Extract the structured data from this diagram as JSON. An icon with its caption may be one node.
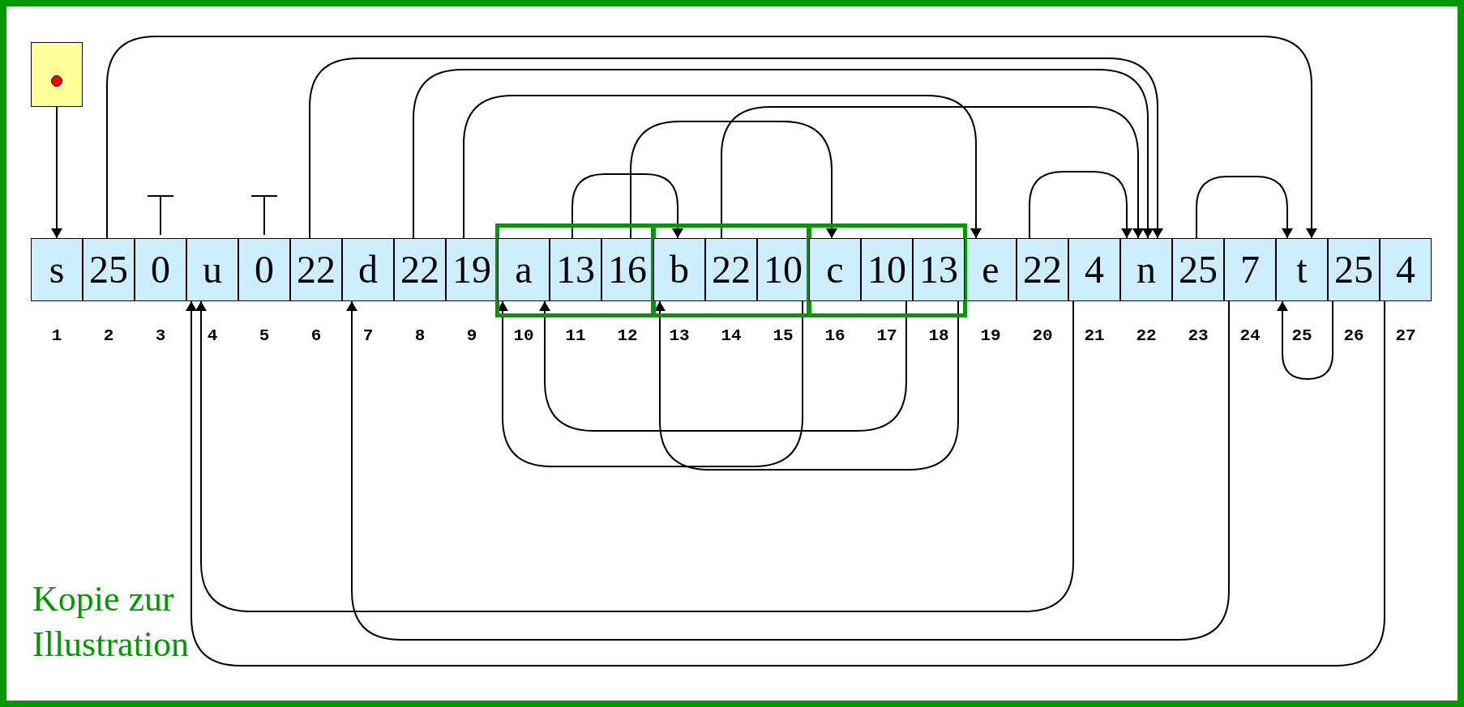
{
  "diagram": {
    "nodes": [
      {
        "text": [],
        "shape": "box"
      },
      {
        "text": [
          "s"
        ]
      },
      {
        "text": [
          "25"
        ]
      },
      {
        "text": [
          "0"
        ]
      },
      {
        "text": [
          "u"
        ]
      },
      {
        "text": [
          "0"
        ]
      },
      {
        "text": [
          "22"
        ]
      },
      {
        "text": [
          "d"
        ]
      },
      {
        "text": [
          "22"
        ]
      },
      {
        "text": [
          "19"
        ]
      },
      {
        "text": [],
        "shape": "box"
      },
      {
        "text": [
          "a"
        ],
        "in": 10
      },
      {
        "text": [
          "13"
        ],
        "in": 10
      },
      {
        "text": [
          "16"
        ],
        "in": 10
      },
      {
        "text": [],
        "shape": "box"
      },
      {
        "text": [
          "b"
        ],
        "in": 14
      },
      {
        "text": [
          "22"
        ],
        "in": 14
      },
      {
        "text": [
          "10"
        ],
        "in": 14
      },
      {
        "text": [],
        "shape": "box"
      },
      {
        "text": [
          "c"
        ],
        "in": 18
      },
      {
        "text": [
          "10"
        ],
        "in": 18
      },
      {
        "text": [
          "13"
        ],
        "in": 18
      },
      {
        "text": [
          "e"
        ]
      },
      {
        "text": [
          "22"
        ]
      },
      {
        "text": [
          "4"
        ]
      },
      {
        "text": [
          "n"
        ]
      },
      {
        "text": [
          "25"
        ]
      },
      {
        "text": [
          "7"
        ]
      },
      {
        "text": [
          "t"
        ]
      },
      {
        "text": [
          "25"
        ]
      },
      {
        "text": [
          "4"
        ]
      }
    ],
    "edges": [
      {
        "from": 0,
        "to": 1,
        "arrow": "to"
      },
      {
        "from": 2,
        "to": 28,
        "arrow": "to"
      },
      {
        "from": 6,
        "to": 25,
        "arrow": "to"
      },
      {
        "from": 8,
        "to": 25,
        "arrow": "to"
      },
      {
        "from": 9,
        "to": 22,
        "arrow": "to"
      },
      {
        "from": 12,
        "to": 15,
        "arrow": "to"
      },
      {
        "from": 13,
        "to": 19,
        "arrow": "to"
      },
      {
        "from": 16,
        "to": 25,
        "arrow": "to"
      },
      {
        "from": 23,
        "to": 25,
        "arrow": "to"
      },
      {
        "from": 26,
        "to": 28,
        "arrow": "to"
      },
      {
        "from": 17,
        "to": 11,
        "arrow": "to"
      },
      {
        "from": 20,
        "to": 11,
        "arrow": "to"
      },
      {
        "from": 21,
        "to": 15,
        "arrow": "to"
      },
      {
        "from": 24,
        "to": 4,
        "arrow": "to"
      },
      {
        "from": 27,
        "to": 7,
        "arrow": "to"
      },
      {
        "from": 29,
        "to": 28,
        "arrow": "to"
      },
      {
        "from": 30,
        "to": 4,
        "arrow": "to"
      }
    ],
    "labels": [
      "1",
      "2",
      "3",
      "4",
      "5",
      "6",
      "7",
      "8",
      "9",
      "10",
      "11",
      "12",
      "13",
      "14",
      "15",
      "16",
      "17",
      "18",
      "19",
      "20",
      "21",
      "22",
      "23",
      "24",
      "25",
      "26",
      "27",
      "Kopie zur Illustration"
    ]
  }
}
